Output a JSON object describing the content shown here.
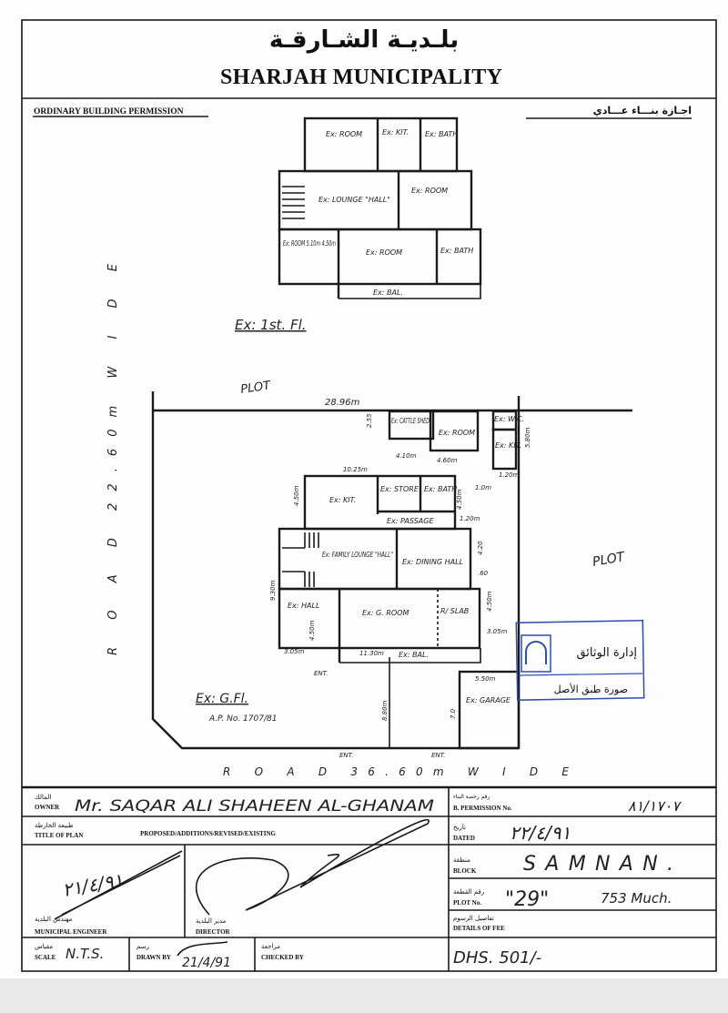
{
  "header": {
    "title_ar": "بلـديـة الشـارقـة",
    "title_en": "SHARJAH MUNICIPALITY",
    "form_en": "ORDINARY BUILDING PERMISSION",
    "form_ar": "اجـازة بنـــاء عـــادي"
  },
  "first_floor": {
    "caption": "Ex: 1st. Fl.",
    "rooms": [
      "Ex: ROOM",
      "Ex: KIT.",
      "Ex: BATH",
      "Ex: LOUNGE \"HALL\"",
      "Ex: ROOM",
      "Ex: ROOM 5.10m 4.50m",
      "Ex: ROOM",
      "Ex: BATH",
      "Ex: BAL."
    ]
  },
  "site": {
    "road_left": "R O A D   22.60m   W I D E",
    "road_bottom": "R O A D   36.60m   W I D E",
    "plot_label_1": "PLOT",
    "plot_label_2": "PLOT",
    "dims": [
      "28.96m",
      "2.55",
      "4.10m",
      "4.60m",
      "5.80m",
      "1.20m",
      "1.0m",
      "10.25m",
      "4.50m",
      "4.50m",
      "1.20m",
      "4.20",
      ".60",
      "9.30m",
      "4.50m",
      "3.05m",
      "3.05m",
      "11.30m",
      "8.80m",
      "5.50m",
      "7.0",
      "4.50m"
    ],
    "entrances": [
      "ENT.",
      "ENT.",
      "ENT."
    ]
  },
  "ground_floor": {
    "caption": "Ex: G.Fl.",
    "approval": "A.P. No. 1707/81",
    "rooms": [
      "Ex: CATTLE SHED",
      "Ex: ROOM",
      "Ex: W.C.",
      "Ex: KIT.",
      "Ex: KIT.",
      "Ex: STORE",
      "Ex: BATH",
      "Ex: PASSAGE",
      "Ex: FAMILY LOUNGE \"HALL\"",
      "Ex: DINING HALL",
      "Ex: HALL",
      "Ex: G. ROOM",
      "R/ SLAB",
      "Ex: BAL.",
      "Ex: GARAGE"
    ]
  },
  "stamp": {
    "line1": "إدارة الوثائق",
    "line2": "صورة طبق الأصل",
    "color": "#2f4fb0"
  },
  "table": {
    "owner_ar": "المالك",
    "owner_en": "OWNER",
    "owner_value": "Mr. SAQAR ALI SHAHEEN AL-GHANAM",
    "permission_ar": "رقم رخصة البناء",
    "permission_en": "B. PERMISSION No.",
    "permission_value": "٨١/١٧٠٧",
    "title_ar": "طبيعة الخارطة",
    "title_en": "TITLE OF PLAN",
    "title_options": "PROPOSED/ADDITIONS/REVISED/EXISTING",
    "dated_ar": "تاريخ",
    "dated_en": "DATED",
    "dated_value": "٢٢/٤/٩١",
    "block_ar": "منطقة",
    "block_en": "BLOCK",
    "block_value": "SAMNAN.",
    "plot_ar": "رقم القطعة",
    "plot_en": "PLOT No.",
    "plot_value": "\"29\"",
    "plot_extra": "753 Much.",
    "engineer_ar": "مهندس البلدية",
    "engineer_en": "MUNICIPAL ENGINEER",
    "engineer_sign": "٢١/٤/٩١",
    "director_ar": "مدير البلدية",
    "director_en": "DIRECTOR",
    "fee_ar": "تفاصيل الرسوم",
    "fee_en": "DETAILS OF FEE",
    "scale_ar": "مقياس",
    "scale_en": "SCALE",
    "scale_value": "N.T.S.",
    "drawn_ar": "رسم",
    "drawn_en": "DRAWN BY",
    "drawn_value": "21/4/91",
    "checked_ar": "مراجعة",
    "checked_en": "CHECKED BY",
    "fee_value": "DHS. 501/-"
  }
}
